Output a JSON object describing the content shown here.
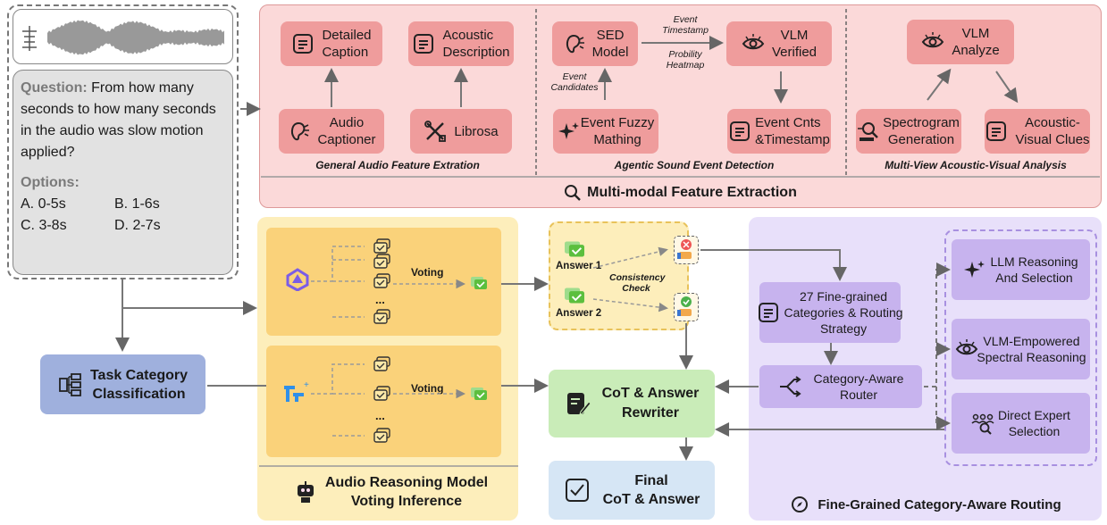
{
  "question": {
    "label": "Question:",
    "text": " From how many seconds to how many seconds in the audio was slow motion applied?",
    "options_label": "Options:",
    "options": [
      "A. 0-5s",
      "B. 1-6s",
      "C. 3-8s",
      "D. 2-7s"
    ]
  },
  "feature": {
    "title": "Multi-modal Feature Extraction",
    "sections": [
      "General Audio Feature Extration",
      "Agentic Sound Event Detection",
      "Multi-View Acoustic-Visual Analysis"
    ],
    "cards": {
      "detailed_caption": "Detailed\nCaption",
      "acoustic_description": "Acoustic\nDescription",
      "audio_captioner": "Audio\nCaptioner",
      "librosa": "Librosa",
      "sed_model": "SED\nModel",
      "vlm_verified": "VLM\nVerified",
      "event_fuzzy": "Event Fuzzy\nMathing",
      "event_cnts": "Event Cnts\n&Timestamp",
      "vlm_analyze": "VLM\nAnalyze",
      "spectrogram": "Spectrogram\nGeneration",
      "acoustic_visual": "Acoustic-\nVisual Clues"
    },
    "notes": {
      "event_timestamp": "Event\nTimestamp",
      "probility_heatmap": "Probility\nHeatmap",
      "event_candidates": "Event\nCandidates"
    }
  },
  "voting": {
    "label": "Voting",
    "ellipsis": "...",
    "title": "Audio Reasoning Model\nVoting Inference"
  },
  "consistency": {
    "answer1": "Answer 1",
    "answer2": "Answer 2",
    "check": "Consistency\nCheck"
  },
  "task": "Task Category\nClassification",
  "rewriter": "CoT & Answer\nRewriter",
  "final": "Final\nCoT & Answer",
  "routing": {
    "categories": "27 Fine-grained\nCategories & Routing\nStrategy",
    "router": "Category-Aware\nRouter",
    "llm": "LLM Reasoning\nAnd Selection",
    "vlm": "VLM-Empowered\nSpectral Reasoning",
    "expert": "Direct Expert\nSelection",
    "title": "Fine-Grained Category-Aware Routing"
  },
  "colors": {
    "pink_bg": "#fbd9d9",
    "pink_card": "#ef9c9c",
    "yellow_bg": "#fdeebb",
    "purple_bg": "#e8e0fa",
    "green_box": "#c9ecb8",
    "blue_box": "#9fb0dd",
    "final_box": "#d6e6f5"
  }
}
